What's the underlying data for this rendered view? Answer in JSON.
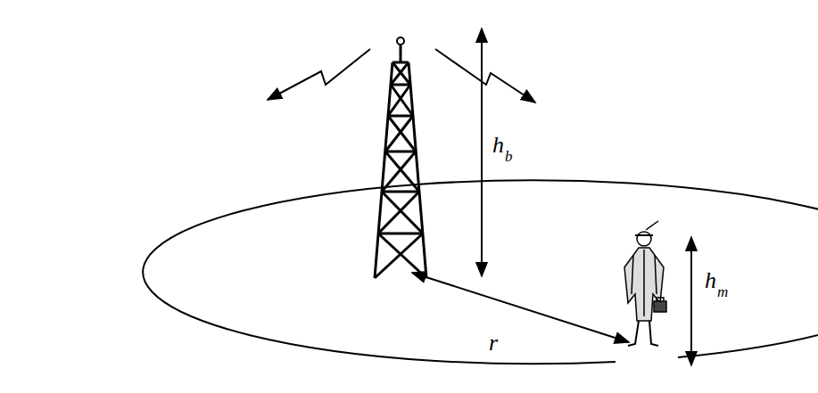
{
  "diagram": {
    "labels": [
      "h",
      "b",
      "h",
      "m",
      "r"
    ]
  }
}
